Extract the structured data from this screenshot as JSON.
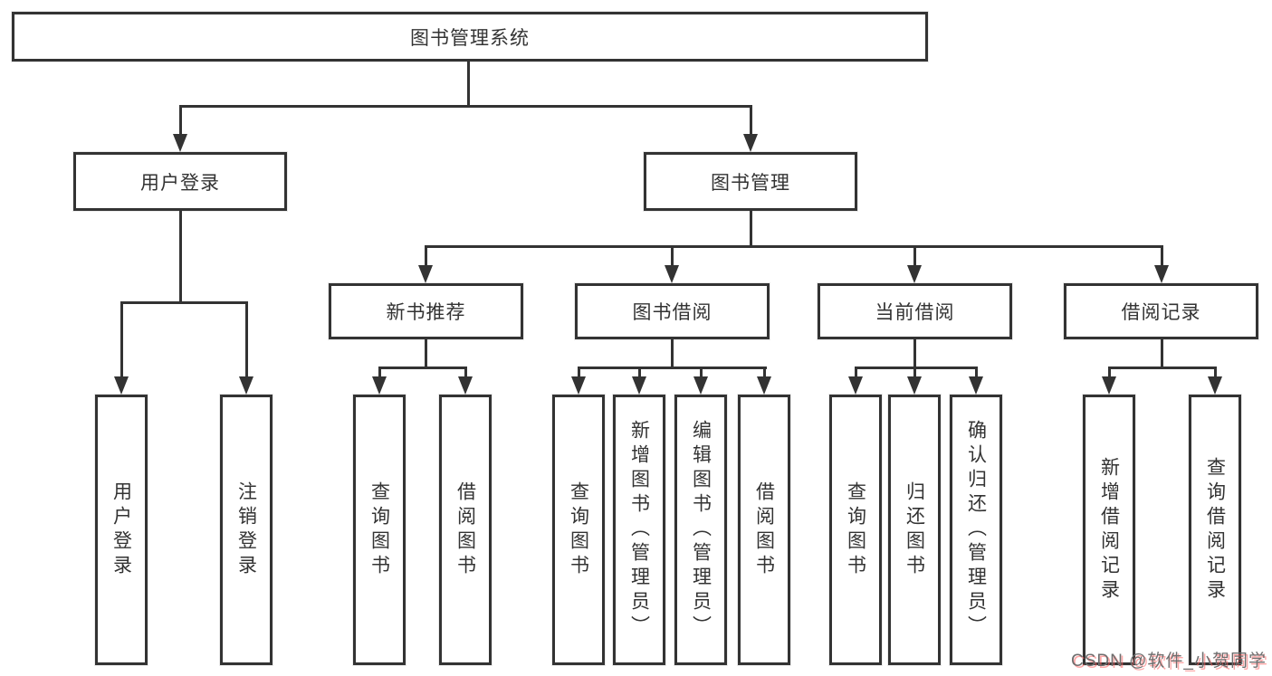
{
  "tree": {
    "root": {
      "label": "图书管理系统"
    },
    "branches": [
      {
        "label": "用户登录",
        "children": [
          {
            "label": "用户登录"
          },
          {
            "label": "注销登录"
          }
        ]
      },
      {
        "label": "图书管理",
        "children": [
          {
            "label": "新书推荐",
            "children": [
              {
                "label": "查询图书"
              },
              {
                "label": "借阅图书"
              }
            ]
          },
          {
            "label": "图书借阅",
            "children": [
              {
                "label": "查询图书"
              },
              {
                "label": "新增图书（管理员）"
              },
              {
                "label": "编辑图书（管理员）"
              },
              {
                "label": "借阅图书"
              }
            ]
          },
          {
            "label": "当前借阅",
            "children": [
              {
                "label": "查询图书"
              },
              {
                "label": "归还图书"
              },
              {
                "label": "确认归还（管理员）"
              }
            ]
          },
          {
            "label": "借阅记录",
            "children": [
              {
                "label": "新增借阅记录"
              },
              {
                "label": "查询借阅记录"
              }
            ]
          }
        ]
      }
    ]
  },
  "watermark": {
    "text": "CSDN @软件_小贺同学"
  },
  "colors": {
    "line": "#333333",
    "text": "#333333",
    "box_background": "#ffffff",
    "page_background": "#ffffff",
    "watermark_text": "#6e6e6e",
    "watermark_shadow": "#ff6060"
  }
}
